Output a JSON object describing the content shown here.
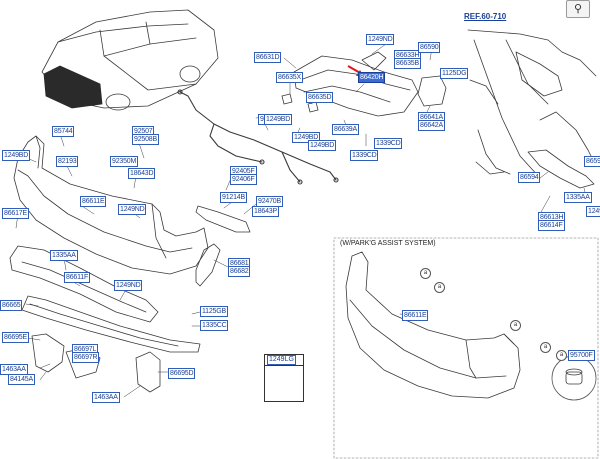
{
  "toolbar": {
    "zoom_icon": "magnifier-icon"
  },
  "reference": "REF.60-710",
  "inset": {
    "title": "(W/PARK'G ASSIST SYSTEM)",
    "callout_letter": "a",
    "part_label": "86611E",
    "sensor_code": "95700F"
  },
  "hardware_box": {
    "code": "1249LG"
  },
  "labels": [
    {
      "id": "lbl-85744",
      "text": "85744"
    },
    {
      "id": "lbl-1249bd-left",
      "text": "1249BD"
    },
    {
      "id": "lbl-82193",
      "text": "82193"
    },
    {
      "id": "lbl-86611e-top",
      "text": "86611E"
    },
    {
      "id": "lbl-86617e",
      "text": "86617E"
    },
    {
      "id": "lbl-92507",
      "text": "92507"
    },
    {
      "id": "lbl-92508b",
      "text": "92508B"
    },
    {
      "id": "lbl-92350m",
      "text": "92350M"
    },
    {
      "id": "lbl-18643d",
      "text": "18643D"
    },
    {
      "id": "lbl-1249nd-mid",
      "text": "1249ND"
    },
    {
      "id": "lbl-1335aa",
      "text": "1335AA"
    },
    {
      "id": "lbl-86611f",
      "text": "86611F"
    },
    {
      "id": "lbl-86665",
      "text": "86665"
    },
    {
      "id": "lbl-1249nd-low",
      "text": "1249ND"
    },
    {
      "id": "lbl-86695e",
      "text": "86695E"
    },
    {
      "id": "lbl-1463aa-left",
      "text": "1463AA"
    },
    {
      "id": "lbl-84145a",
      "text": "84145A"
    },
    {
      "id": "lbl-86697l",
      "text": "86697L"
    },
    {
      "id": "lbl-86697r",
      "text": "86697R"
    },
    {
      "id": "lbl-86695d",
      "text": "86695D"
    },
    {
      "id": "lbl-1463aa-bottom",
      "text": "1463AA"
    },
    {
      "id": "lbl-1125gb",
      "text": "1125GB"
    },
    {
      "id": "lbl-1335cc",
      "text": "1335CC"
    },
    {
      "id": "lbl-86681",
      "text": "86681"
    },
    {
      "id": "lbl-86682",
      "text": "86682"
    },
    {
      "id": "lbl-92405f",
      "text": "92405F"
    },
    {
      "id": "lbl-92406f",
      "text": "92406F"
    },
    {
      "id": "lbl-91214b",
      "text": "91214B"
    },
    {
      "id": "lbl-92470b",
      "text": "92470B"
    },
    {
      "id": "lbl-18643p",
      "text": "18643P"
    },
    {
      "id": "lbl-1249nd-top",
      "text": "1249ND"
    },
    {
      "id": "lbl-86631d",
      "text": "86631D"
    },
    {
      "id": "lbl-86635x",
      "text": "86635X"
    },
    {
      "id": "lbl-86635d",
      "text": "86635D"
    },
    {
      "id": "lbl-91870j",
      "text": "91870J"
    },
    {
      "id": "lbl-1249bd-a",
      "text": "1249BD"
    },
    {
      "id": "lbl-1249bd-b",
      "text": "1249BD"
    },
    {
      "id": "lbl-1249bd-c",
      "text": "1249BD"
    },
    {
      "id": "lbl-86633h",
      "text": "86633H"
    },
    {
      "id": "lbl-86635b",
      "text": "86635B"
    },
    {
      "id": "lbl-86590",
      "text": "86590"
    },
    {
      "id": "lbl-86420h",
      "text": "86420H",
      "highlight": true
    },
    {
      "id": "lbl-1125dg",
      "text": "1125DG"
    },
    {
      "id": "lbl-86639a",
      "text": "86639A"
    },
    {
      "id": "lbl-86641a",
      "text": "86641A"
    },
    {
      "id": "lbl-86642a",
      "text": "86642A"
    },
    {
      "id": "lbl-1339cd-a",
      "text": "1339CD"
    },
    {
      "id": "lbl-1339cd-b",
      "text": "1339CD"
    },
    {
      "id": "lbl-86594",
      "text": "86594"
    },
    {
      "id": "lbl-86613h",
      "text": "86613H"
    },
    {
      "id": "lbl-86614f",
      "text": "86614F"
    },
    {
      "id": "lbl-1335aa-right",
      "text": "1335AA"
    },
    {
      "id": "lbl-8659-right",
      "text": "8659"
    },
    {
      "id": "lbl-1249-right",
      "text": "1249"
    }
  ],
  "colors": {
    "label_border": "#2f5db8",
    "label_text": "#1a3f96",
    "highlight_fill": "#3b6cd6",
    "arrow": "#e01818",
    "line_art": "#3a3a3a"
  }
}
